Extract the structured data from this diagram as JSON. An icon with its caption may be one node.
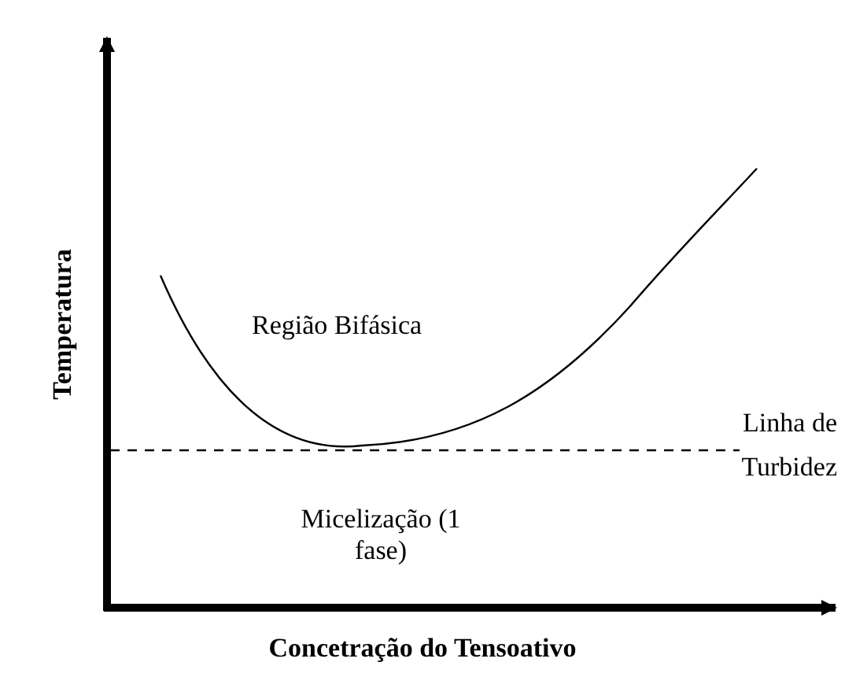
{
  "diagram": {
    "labels": [
      "Temperatura",
      "Região Bifásica",
      "Linha de Turbidez",
      "Micelização (1 fase)",
      "Concetração do Tensoativo"
    ]
  }
}
